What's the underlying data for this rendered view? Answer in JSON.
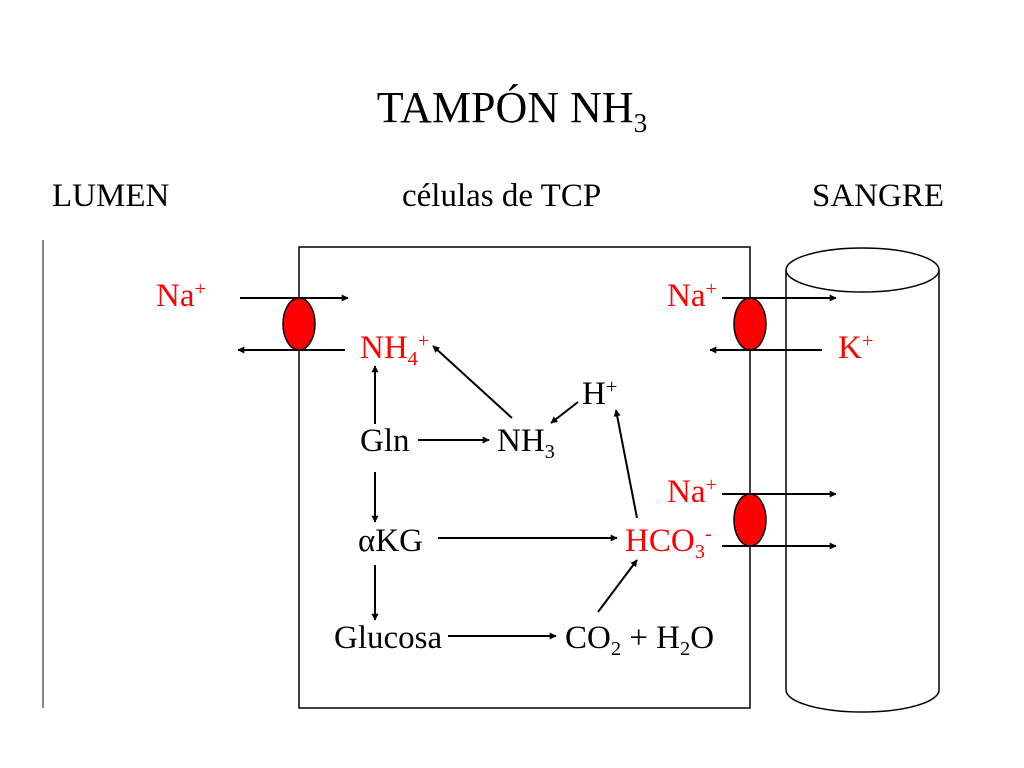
{
  "title": {
    "main": "TAMPÓN NH",
    "sub": "3"
  },
  "headers": {
    "lumen": "LUMEN",
    "cell": "células de TCP",
    "blood": "SANGRE"
  },
  "labels": {
    "na_lumen": {
      "base": "Na",
      "sup": "+"
    },
    "nh4": {
      "base": "NH",
      "sub": "4",
      "sup": "+"
    },
    "na_top": {
      "base": "Na",
      "sup": "+"
    },
    "k": {
      "base": "K",
      "sup": "+"
    },
    "h": {
      "base": "H",
      "sup": "+"
    },
    "gln": "Gln",
    "nh3": {
      "base": "NH",
      "sub": "3"
    },
    "na_bottom": {
      "base": "Na",
      "sup": "+"
    },
    "akg": {
      "greek": "α",
      "base": "KG"
    },
    "hco3": {
      "base": "HCO",
      "sub": "3",
      "sup": "-"
    },
    "glucosa": "Glucosa",
    "co2_h2o": {
      "co": "CO",
      "co_sub": "2",
      "plus": " + H",
      "h_sub": "2",
      "o": "O"
    }
  },
  "colors": {
    "ion_red": "#ff0000",
    "line": "#000000",
    "bg": "#ffffff"
  }
}
